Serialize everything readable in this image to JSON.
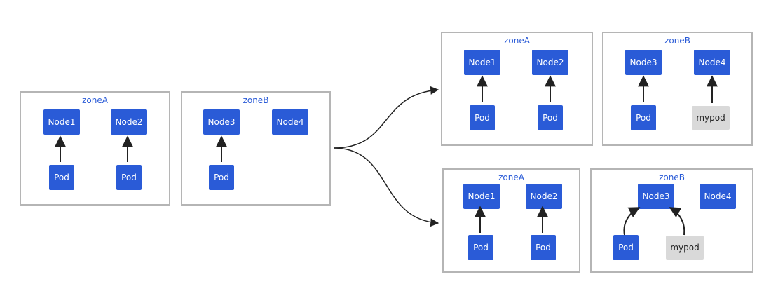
{
  "colors": {
    "accent": "#2a5bd7",
    "border": "#b5b5b5",
    "pending_pod_bg": "#d9d9d9",
    "arrow": "#222222"
  },
  "labels": {
    "zoneA": "zoneA",
    "zoneB": "zoneB",
    "node1": "Node1",
    "node2": "Node2",
    "node3": "Node3",
    "node4": "Node4",
    "pod": "Pod",
    "mypod": "mypod"
  }
}
